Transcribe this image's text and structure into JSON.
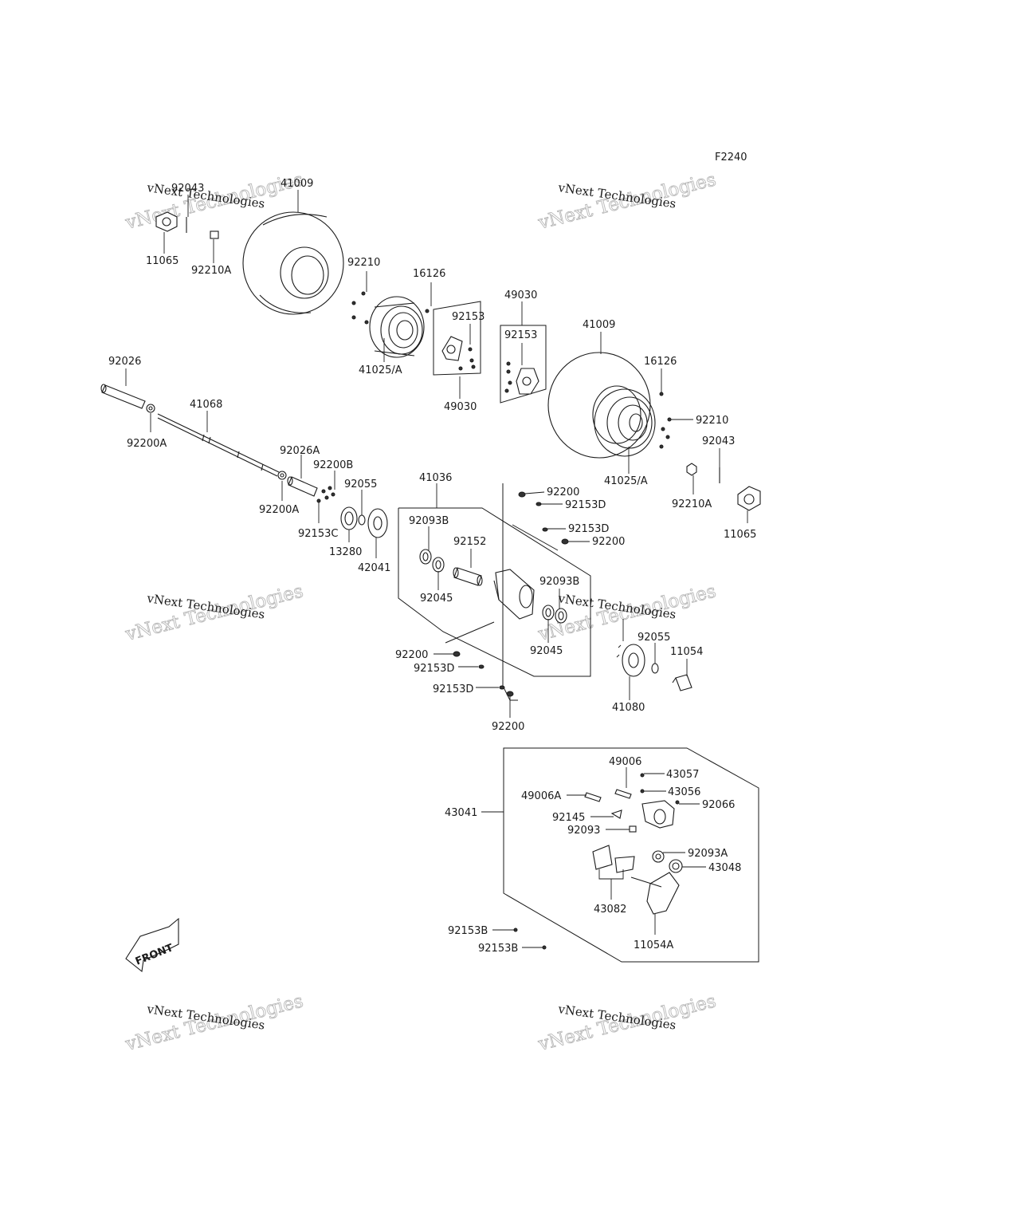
{
  "diagram": {
    "code": "F2240",
    "front_label": "FRONT",
    "watermark_line1": "vNext Technologies",
    "watermark_line2": "vNext Technologies",
    "labels": {
      "p92043_top": "92043",
      "p41009_top": "41009",
      "p11065_top": "11065",
      "p92210A_top": "92210A",
      "p92210_top": "92210",
      "p16126_top": "16126",
      "p41025A_top": "41025/A",
      "p92153_left": "92153",
      "p49030_bottom": "49030",
      "p49030_top": "49030",
      "p92153_right": "92153",
      "p41009_right": "41009",
      "p16126_right": "16126",
      "p92210_right": "92210",
      "p92043_right": "92043",
      "p41025A_right": "41025/A",
      "p92210A_right": "92210A",
      "p11065_right": "11065",
      "p92026": "92026",
      "p41068": "41068",
      "p92200A_1": "92200A",
      "p92026A": "92026A",
      "p92200B": "92200B",
      "p92055_1": "92055",
      "p92200A_2": "92200A",
      "p92153C": "92153C",
      "p13280": "13280",
      "p42041": "42041",
      "p41036": "41036",
      "p92200_1": "92200",
      "p92153D_1": "92153D",
      "p92093B_1": "92093B",
      "p92152": "92152",
      "p92153D_2": "92153D",
      "p92200_2": "92200",
      "p92045_1": "92045",
      "p92093B_2": "92093B",
      "p92045_2": "92045",
      "p92200_3": "92200",
      "p92153D_3": "92153D",
      "p92153D_4": "92153D",
      "p92200_4": "92200",
      "p92055_2": "92055",
      "p11054": "11054",
      "p41080": "41080",
      "p43041": "43041",
      "p49006": "49006",
      "p43057": "43057",
      "p49006A": "49006A",
      "p43056": "43056",
      "p92066": "92066",
      "p92145": "92145",
      "p92093": "92093",
      "p92093A": "92093A",
      "p43048": "43048",
      "p43082": "43082",
      "p11054A": "11054A",
      "p92153B_1": "92153B",
      "p92153B_2": "92153B"
    }
  }
}
